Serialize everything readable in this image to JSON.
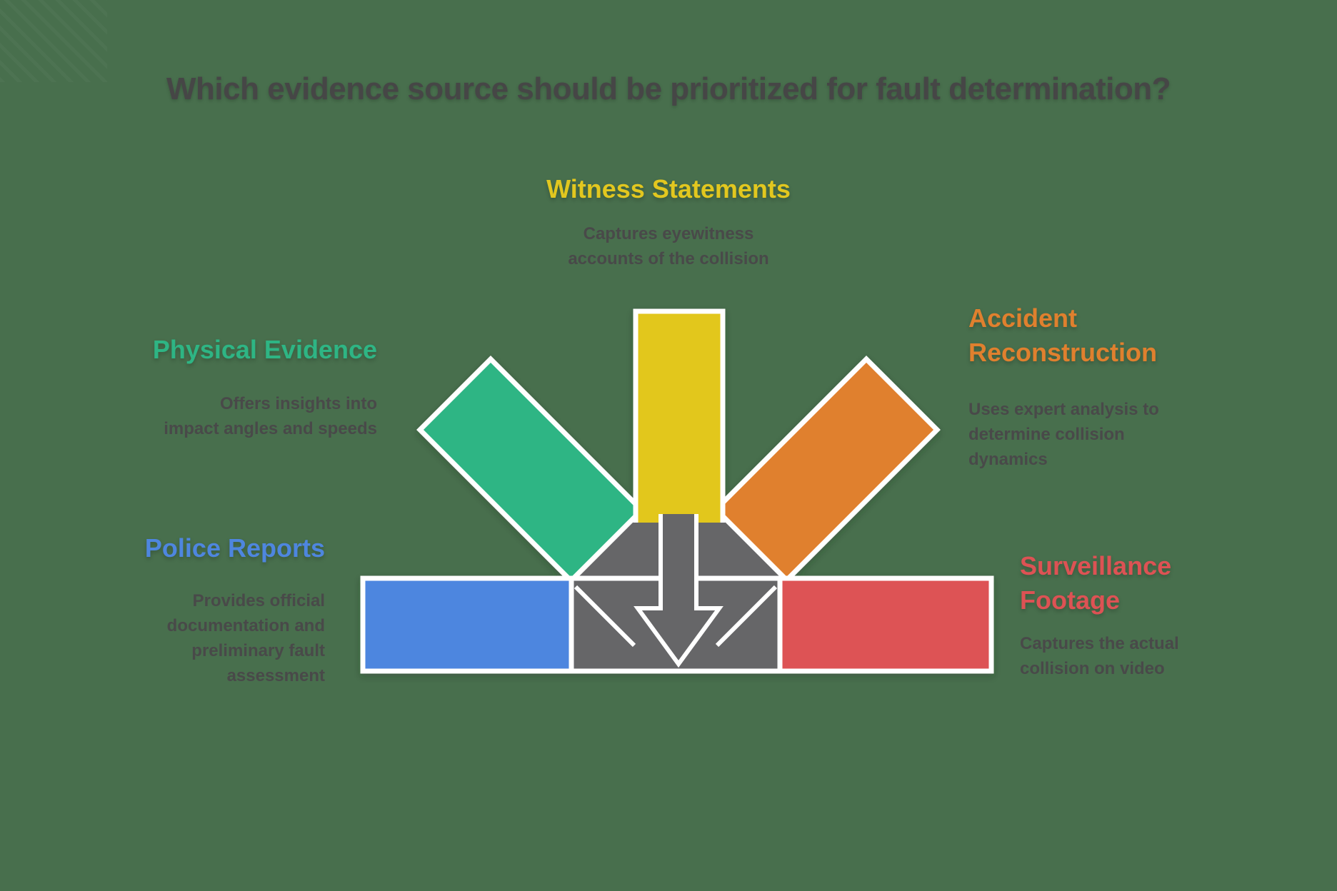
{
  "background": "#486f4d",
  "title": {
    "text": "Which evidence source should be prioritized for fault determination?",
    "color": "#464646"
  },
  "panel": {
    "arrow_gray": "#666667",
    "outline_white": "#ffffff",
    "description_text_color": "#494949"
  },
  "items": [
    {
      "id": "witness-statements",
      "label": "Witness Statements",
      "description": "Captures eyewitness\naccounts of the collision",
      "color": "#e2c71f"
    },
    {
      "id": "physical-evidence",
      "label": "Physical Evidence",
      "description": "Offers insights into\nimpact angles and speeds",
      "color": "#2eb584"
    },
    {
      "id": "accident-reconstruction",
      "label": "Accident\nReconstruction",
      "description": "Uses expert analysis to\ndetermine collision\ndynamics",
      "color": "#e0802e"
    },
    {
      "id": "police-reports",
      "label": "Police Reports",
      "description": "Provides official\ndocumentation and\npreliminary fault\nassessment",
      "color": "#4e86df"
    },
    {
      "id": "surveillance-footage",
      "label": "Surveillance\nFootage",
      "description": "Captures the actual\ncollision on video",
      "color": "#dd5254"
    }
  ]
}
